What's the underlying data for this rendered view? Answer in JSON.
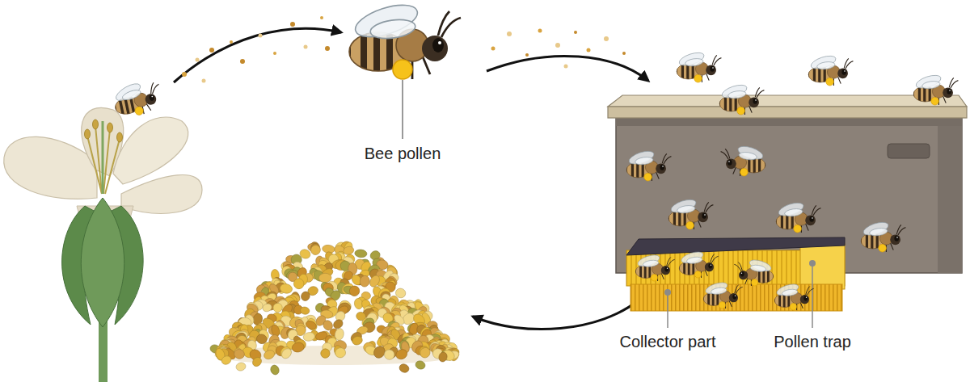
{
  "diagram": {
    "labels": [
      "Bee pollen",
      "Collector part",
      "Pollen trap"
    ]
  }
}
